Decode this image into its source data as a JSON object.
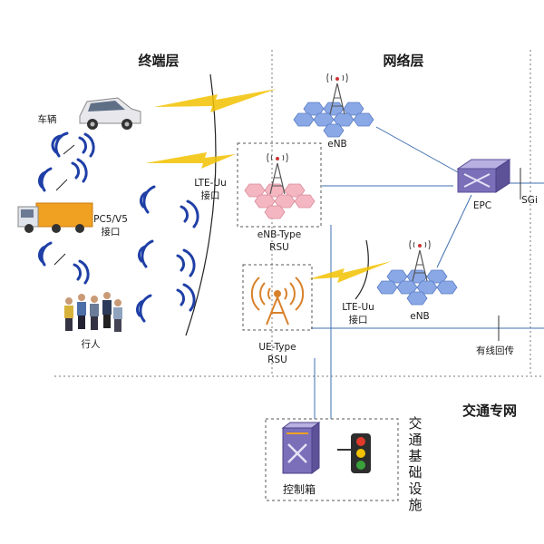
{
  "layers": {
    "terminal": "终端层",
    "network": "网络层",
    "traffic": "交通专网"
  },
  "terminal_items": {
    "vehicle": "车辆",
    "pedestrian": "行人",
    "pc5_line1": "PC5/V5",
    "pc5_line2": "接口",
    "lte_top_line1": "LTE-Uu",
    "lte_top_line2": "接口"
  },
  "rsu": {
    "enb_type_line1": "eNB-Type",
    "enb_type_line2": "RSU",
    "ue_type_line1": "UE-Type",
    "ue_type_line2": "RSU"
  },
  "network_items": {
    "enb_top": "eNB",
    "enb_bottom": "eNB",
    "epc": "EPC",
    "sgi": "SGi",
    "lte_mid_line1": "LTE-Uu",
    "lte_mid_line2": "接口",
    "wired_backhaul": "有线回传"
  },
  "infrastructure": {
    "controller": "控制箱",
    "title": "交通基础设施"
  },
  "colors": {
    "wave_blue": "#1f3fa6",
    "cell_blue": "#8aa8e6",
    "cell_pink": "#f4b7c2",
    "epc_purple": "#7a6fb8",
    "lightning": "#f2c200",
    "antenna_orange": "#d9812a",
    "link_blue": "#3f6fb0"
  }
}
